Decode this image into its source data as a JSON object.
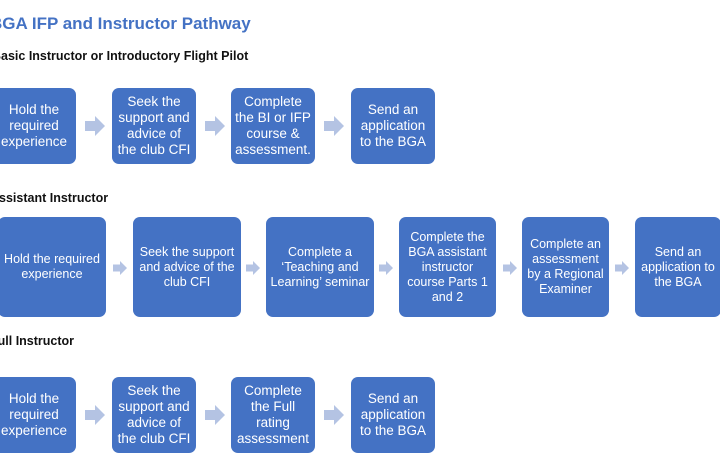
{
  "title": "BGA IFP and Instructor Pathway",
  "colors": {
    "box": "#4472C4",
    "arrow": "#B4C3E3",
    "title": "#4472C4"
  },
  "sections": [
    {
      "heading": "Basic Instructor or Introductory Flight Pilot",
      "steps": [
        "Hold the required experience",
        "Seek the support and advice of the club CFI",
        "Complete the BI or IFP course & assessment.",
        "Send an application to the BGA"
      ]
    },
    {
      "heading": "Assistant Instructor",
      "steps": [
        "Hold the required experience",
        "Seek the support and advice of the club CFI",
        "Complete a ‘Teaching and Learning’ seminar",
        "Complete the BGA assistant instructor course Parts 1 and 2",
        "Complete an assessment by a Regional Examiner",
        "Send an application to the BGA"
      ]
    },
    {
      "heading": "Full Instructor",
      "steps": [
        "Hold the required experience",
        "Seek the support and advice of the club CFI",
        "Complete the Full rating assessment",
        "Send an application to the BGA"
      ]
    }
  ]
}
